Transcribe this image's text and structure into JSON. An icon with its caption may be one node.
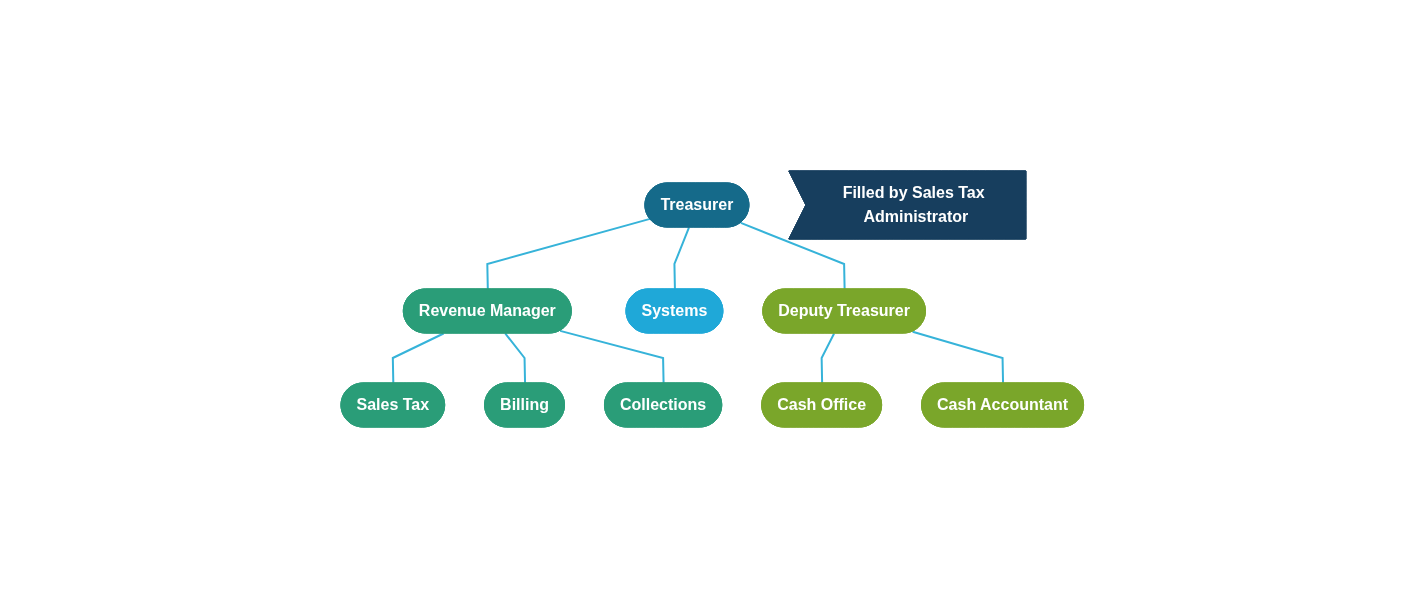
{
  "diagram": {
    "nodes": [
      {
        "text": [
          "Filled by Sales Tax Administrator"
        ]
      },
      {
        "text": [
          "Treasurer"
        ]
      },
      {
        "text": [
          "Revenue Manager"
        ]
      },
      {
        "text": [
          "Systems"
        ]
      },
      {
        "text": [
          "Deputy Treasurer"
        ]
      },
      {
        "text": [
          "Sales Tax"
        ]
      },
      {
        "text": [
          "Billing"
        ]
      },
      {
        "text": [
          "Collections"
        ]
      },
      {
        "text": [
          "Cash Office"
        ]
      },
      {
        "text": [
          "Cash Accountant"
        ]
      }
    ],
    "edges": [
      {
        "from": 1,
        "to": 2,
        "arrow": "none"
      },
      {
        "from": 1,
        "to": 3,
        "arrow": "none"
      },
      {
        "from": 1,
        "to": 4,
        "arrow": "none"
      },
      {
        "from": 2,
        "to": 5,
        "arrow": "none"
      },
      {
        "from": 2,
        "to": 6,
        "arrow": "none"
      },
      {
        "from": 2,
        "to": 7,
        "arrow": "none"
      },
      {
        "from": 4,
        "to": 8,
        "arrow": "none"
      },
      {
        "from": 4,
        "to": 9,
        "arrow": "none"
      }
    ]
  }
}
